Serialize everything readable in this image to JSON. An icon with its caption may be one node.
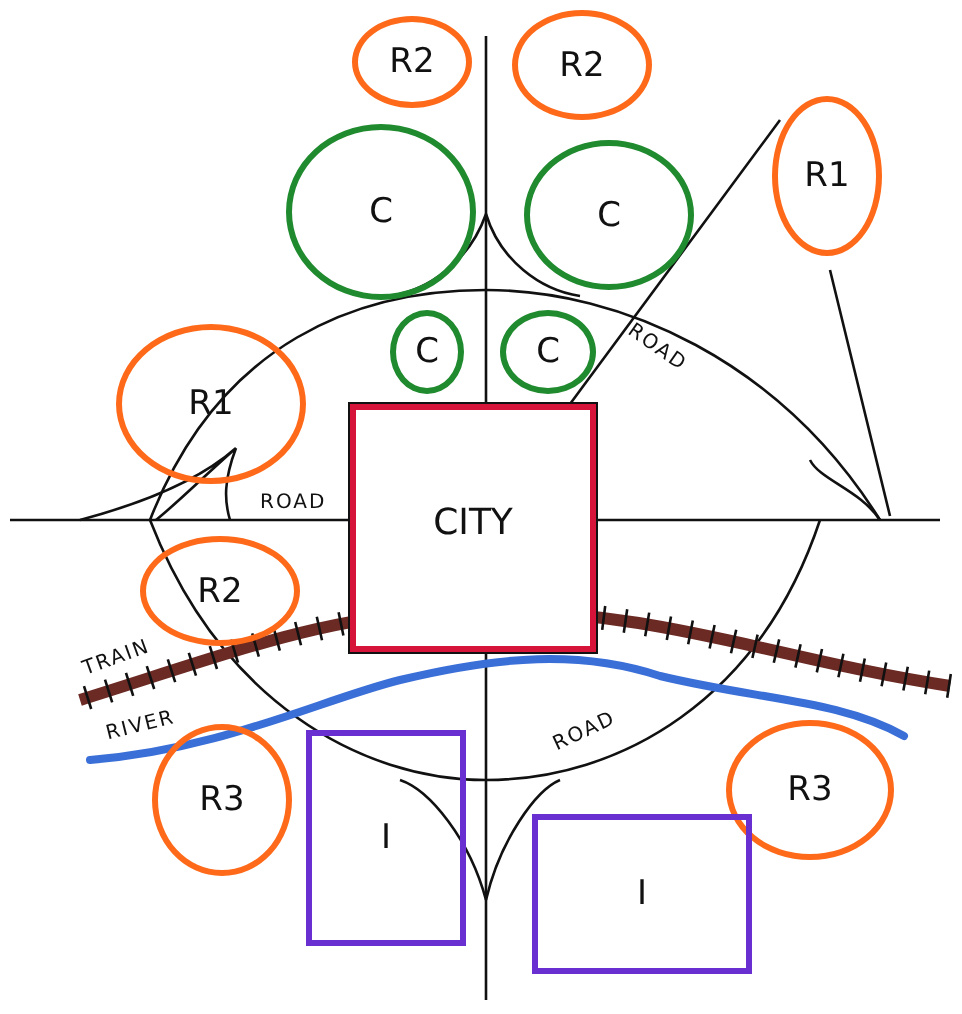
{
  "diagram": {
    "nodes": [
      {
        "text": [
          "R2"
        ]
      },
      {
        "text": [
          "R2"
        ]
      },
      {
        "text": [
          "C"
        ]
      },
      {
        "text": [
          "C"
        ]
      },
      {
        "text": [
          "R1"
        ]
      },
      {
        "text": [
          "R1"
        ]
      },
      {
        "text": [
          "C"
        ]
      },
      {
        "text": [
          "C"
        ]
      },
      {
        "text": [
          "CITY"
        ]
      },
      {
        "text": [
          "R2"
        ]
      },
      {
        "text": [
          "R3"
        ]
      },
      {
        "text": [
          "I"
        ]
      },
      {
        "text": [
          "R3"
        ]
      },
      {
        "text": [
          "I"
        ]
      }
    ],
    "labels": [
      "ROAD",
      "ROAD",
      "TRAIN",
      "RIVER",
      "ROAD"
    ]
  }
}
